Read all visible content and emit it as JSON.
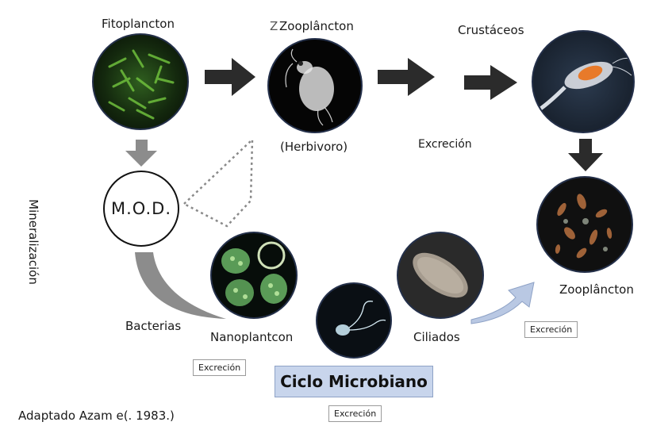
{
  "diagram": {
    "nodes": {
      "fitoplancton": "Fitoplancton",
      "zooplancton_top": "Zooplâncton",
      "zooplancton_top_mark": "Z",
      "herbivoro": "(Herbivoro)",
      "crustaceos": "Crustáceos",
      "excrecion_top": "Excreción",
      "mod": "M.O.D.",
      "mineralizacion": "Mineralización",
      "zooplancton_right": "Zooplâncton",
      "bacterias": "Bacterias",
      "nanoplantcon": "Nanoplantcon",
      "ciliados": "Ciliados"
    },
    "boxes": {
      "excrecion_left": "Excreción",
      "excrecion_center": "Excreción",
      "excrecion_right": "Excreción"
    },
    "ciclo_microbiano": "Ciclo Microbiano",
    "credit": "Adaptado Azam e(. 1983.)",
    "colors": {
      "dark_arrow": "#2b2b2b",
      "gray_arrow": "#8c8c8c",
      "blue_arrow": "#b9c8e3",
      "ciclo_bg": "#c8d5ec",
      "circle_border": "#24304a"
    }
  }
}
